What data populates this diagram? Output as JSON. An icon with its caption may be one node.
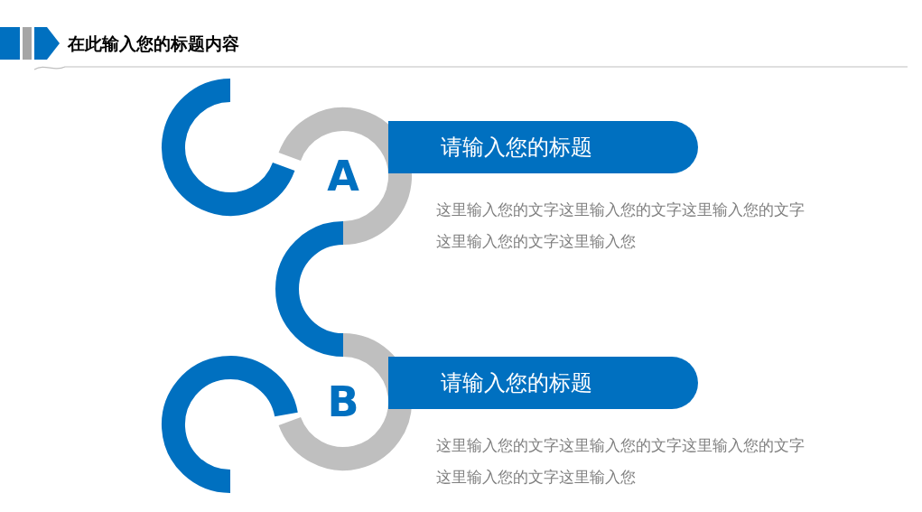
{
  "diagram": {
    "title": "在此输入您的标题内容",
    "nodes": [
      {
        "text": [
          "A"
        ]
      },
      {
        "text": [
          "请输入您的标题"
        ],
        "beside": [
          "这里输入您的文字这里输入您的文字这里输入您的文字这里输入您的文字这里输入您"
        ]
      },
      {
        "text": [
          "B"
        ]
      },
      {
        "text": [
          "请输入您的标题"
        ],
        "beside": [
          "这里输入您的文字这里输入您的文字这里输入您的文字这里输入您的文字这里输入您"
        ]
      }
    ],
    "edges": [
      {
        "from": 0,
        "to": 2,
        "arrow": "none"
      }
    ]
  }
}
